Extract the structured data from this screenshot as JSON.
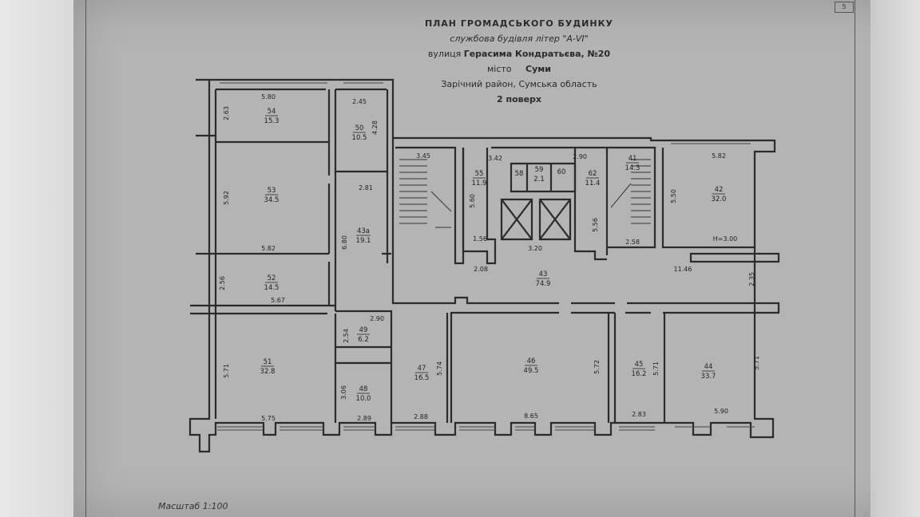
{
  "title": {
    "line1": "ПЛАН  ГРОМАДСЬКОГО БУДИНКУ",
    "line2": "службова будівля літер \"А-VI\"",
    "street_label": "вулиця",
    "street_name": "Герасима Кондратьєва, №20",
    "city_label": "місто",
    "city_name": "Суми",
    "district": "Зарічний район, Сумська область",
    "floor": "2 поверх"
  },
  "scale": "Масштаб   1:100",
  "page_number": "5",
  "rooms": [
    {
      "id": "54",
      "area": "15.3"
    },
    {
      "id": "53",
      "area": "34.5"
    },
    {
      "id": "52",
      "area": "14.5"
    },
    {
      "id": "51",
      "area": "32.8"
    },
    {
      "id": "50",
      "area": "10.5"
    },
    {
      "id": "43а",
      "area": "19.1"
    },
    {
      "id": "49",
      "area": "6.2"
    },
    {
      "id": "48",
      "area": "10.0"
    },
    {
      "id": "47",
      "area": "16.5"
    },
    {
      "id": "46",
      "area": "49.5"
    },
    {
      "id": "45",
      "area": "16.2"
    },
    {
      "id": "44",
      "area": "33.7"
    },
    {
      "id": "43",
      "area": "74.9"
    },
    {
      "id": "55",
      "area": "11.9"
    },
    {
      "id": "58",
      "area": ""
    },
    {
      "id": "59",
      "area": "2.1"
    },
    {
      "id": "60",
      "area": ""
    },
    {
      "id": "62",
      "area": "11.4"
    },
    {
      "id": "41",
      "area": "14.3"
    },
    {
      "id": "42",
      "area": "32.0"
    }
  ],
  "dimensions": [
    "5.80",
    "2.63",
    "2.45",
    "4.28",
    "5.92",
    "5.82",
    "2.81",
    "6.80",
    "2.56",
    "5.67",
    "2.90",
    "2.54",
    "5.71",
    "3.06",
    "5.75",
    "2.89",
    "2.88",
    "5.74",
    "8.65",
    "5.72",
    "2.83",
    "5.71",
    "5.90",
    "5.71",
    "3.45",
    "3.42",
    "5.60",
    "1.56",
    "2.08",
    "3.20",
    "2.90",
    "5.56",
    "2.58",
    "5.50",
    "5.82",
    "11.46",
    "2.35",
    "Н=3.00"
  ]
}
